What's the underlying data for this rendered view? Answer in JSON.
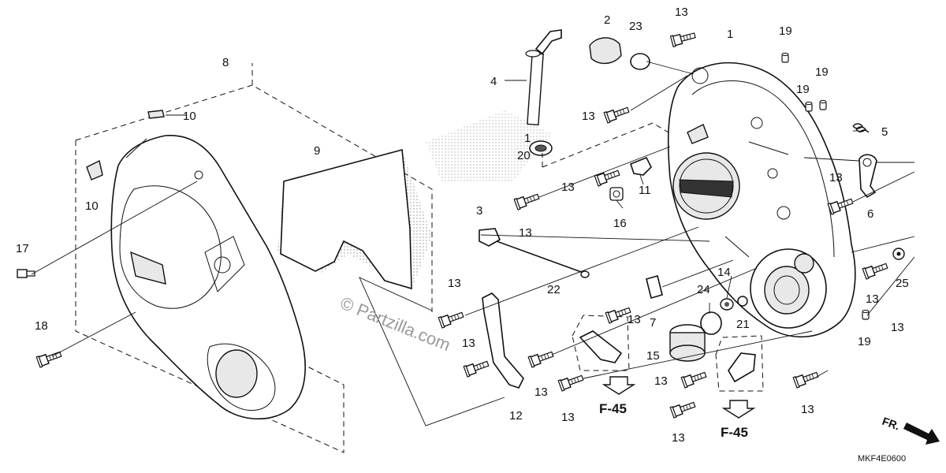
{
  "diagram": {
    "part_code": "MKF4E0600",
    "watermark": "© Partzilla.com",
    "direction_label": "FR.",
    "page_refs": [
      "F-45",
      "F-45"
    ],
    "callouts": {
      "c1a": "1",
      "c1b": "1",
      "c2": "2",
      "c3": "3",
      "c4": "4",
      "c5": "5",
      "c6": "6",
      "c7": "7",
      "c8": "8",
      "c9": "9",
      "c10a": "10",
      "c10b": "10",
      "c11": "11",
      "c12": "12",
      "c13a": "13",
      "c13b": "13",
      "c13c": "13",
      "c13d": "13",
      "c13e": "13",
      "c13f": "13",
      "c13g": "13",
      "c13h": "13",
      "c13i": "13",
      "c13j": "13",
      "c13k": "13",
      "c13l": "13",
      "c13m": "13",
      "c13n": "13",
      "c13o": "13",
      "c14": "14",
      "c15": "15",
      "c16": "16",
      "c17": "17",
      "c18": "18",
      "c19a": "19",
      "c19b": "19",
      "c19c": "19",
      "c19d": "19",
      "c20": "20",
      "c21": "21",
      "c22": "22",
      "c23": "23",
      "c24": "24",
      "c25": "25"
    },
    "icons": [
      "bolt-icon",
      "dowel-pin-icon",
      "o-ring-icon",
      "down-arrow-icon",
      "fr-arrow-icon"
    ]
  }
}
